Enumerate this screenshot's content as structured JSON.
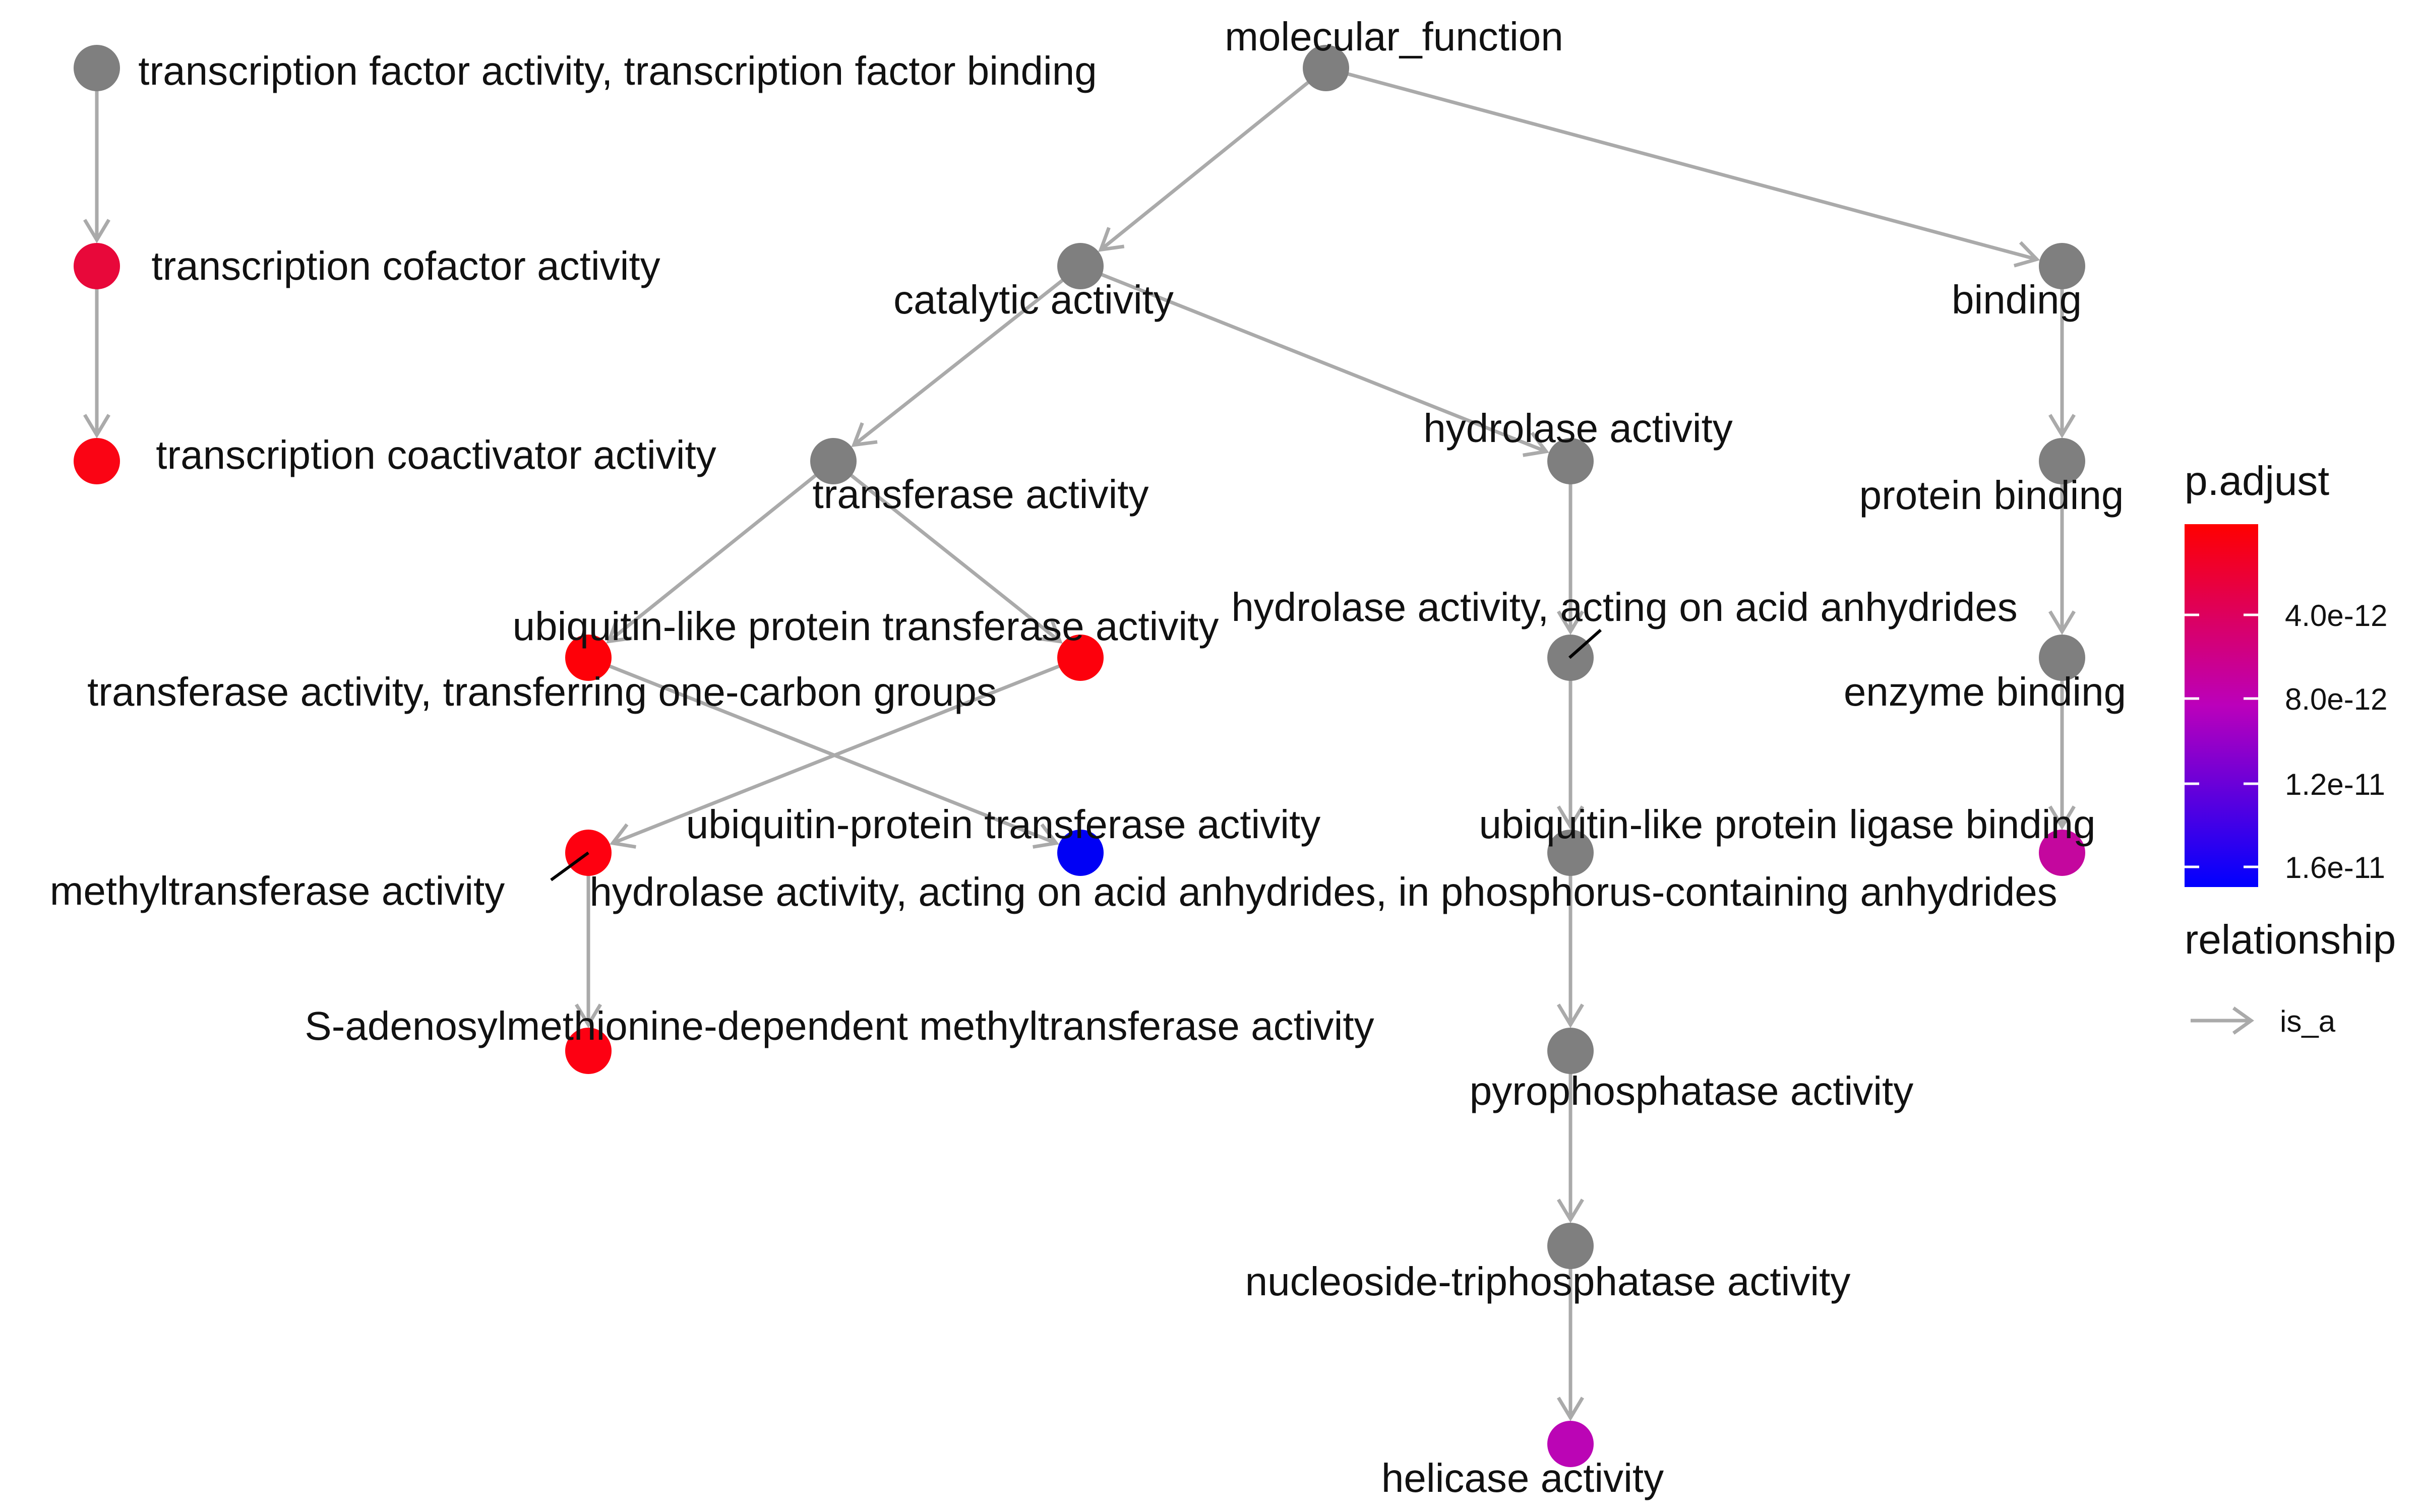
{
  "colors": {
    "edge": "#aaaaaa",
    "node_default": "#7f7f7f",
    "scale_low": "#ff0000",
    "scale_mid": "#bb00bb",
    "scale_high": "#0000ff"
  },
  "nodes": [
    {
      "id": "mf",
      "label": "molecular_function",
      "color": "#7f7f7f"
    },
    {
      "id": "tfa",
      "label": "transcription factor activity, transcription factor binding",
      "color": "#7f7f7f"
    },
    {
      "id": "tca",
      "label": "transcription cofactor activity",
      "color": "#e8083a"
    },
    {
      "id": "tcoa",
      "label": "transcription coactivator activity",
      "color": "#fa0414"
    },
    {
      "id": "cat",
      "label": "catalytic activity",
      "color": "#7f7f7f"
    },
    {
      "id": "bind",
      "label": "binding",
      "color": "#7f7f7f"
    },
    {
      "id": "trans",
      "label": "transferase activity",
      "color": "#7f7f7f"
    },
    {
      "id": "hyd",
      "label": "hydrolase activity",
      "color": "#7f7f7f"
    },
    {
      "id": "pbind",
      "label": "protein binding",
      "color": "#7f7f7f"
    },
    {
      "id": "ubtr",
      "label": "ubiquitin-like protein transferase activity",
      "color": "#fe0008"
    },
    {
      "id": "onec",
      "label": "transferase activity, transferring one-carbon groups",
      "color": "#fd000c"
    },
    {
      "id": "hydan",
      "label": "hydrolase activity, acting on acid anhydrides",
      "color": "#7f7f7f"
    },
    {
      "id": "ebind",
      "label": "enzyme binding",
      "color": "#7f7f7f"
    },
    {
      "id": "ubprot",
      "label": "ubiquitin-protein transferase activity",
      "color": "#0000f5"
    },
    {
      "id": "methyl",
      "label": "methyltransferase activity",
      "color": "#fe0010"
    },
    {
      "id": "hydphos",
      "label": "hydrolase activity, acting on acid anhydrides, in phosphorus-containing anhydrides",
      "color": "#7f7f7f"
    },
    {
      "id": "ublig",
      "label": "ubiquitin-like protein ligase binding",
      "color": "#c4079e"
    },
    {
      "id": "sam",
      "label": "S-adenosylmethionine-dependent methyltransferase activity",
      "color": "#fd0012"
    },
    {
      "id": "pyro",
      "label": "pyrophosphatase activity",
      "color": "#7f7f7f"
    },
    {
      "id": "ntp",
      "label": "nucleoside-triphosphatase activity",
      "color": "#7f7f7f"
    },
    {
      "id": "heli",
      "label": "helicase activity",
      "color": "#bb05b5"
    }
  ],
  "edges": [
    {
      "from": "mf",
      "to": "cat"
    },
    {
      "from": "mf",
      "to": "bind"
    },
    {
      "from": "tfa",
      "to": "tca"
    },
    {
      "from": "tca",
      "to": "tcoa"
    },
    {
      "from": "cat",
      "to": "trans"
    },
    {
      "from": "cat",
      "to": "hyd"
    },
    {
      "from": "bind",
      "to": "pbind"
    },
    {
      "from": "trans",
      "to": "ubtr"
    },
    {
      "from": "trans",
      "to": "onec"
    },
    {
      "from": "pbind",
      "to": "ebind"
    },
    {
      "from": "hyd",
      "to": "hydan"
    },
    {
      "from": "onec",
      "to": "methyl"
    },
    {
      "from": "ubtr",
      "to": "ubprot"
    },
    {
      "from": "hydan",
      "to": "hydphos"
    },
    {
      "from": "ebind",
      "to": "ublig"
    },
    {
      "from": "methyl",
      "to": "sam"
    },
    {
      "from": "hydphos",
      "to": "pyro"
    },
    {
      "from": "pyro",
      "to": "ntp"
    },
    {
      "from": "ntp",
      "to": "heli"
    }
  ],
  "legend": {
    "color_title": "p.adjust",
    "ticks": [
      "4.0e-12",
      "8.0e-12",
      "1.2e-11",
      "1.6e-11"
    ],
    "relationship_title": "relationship",
    "relationship_label": "is_a"
  }
}
